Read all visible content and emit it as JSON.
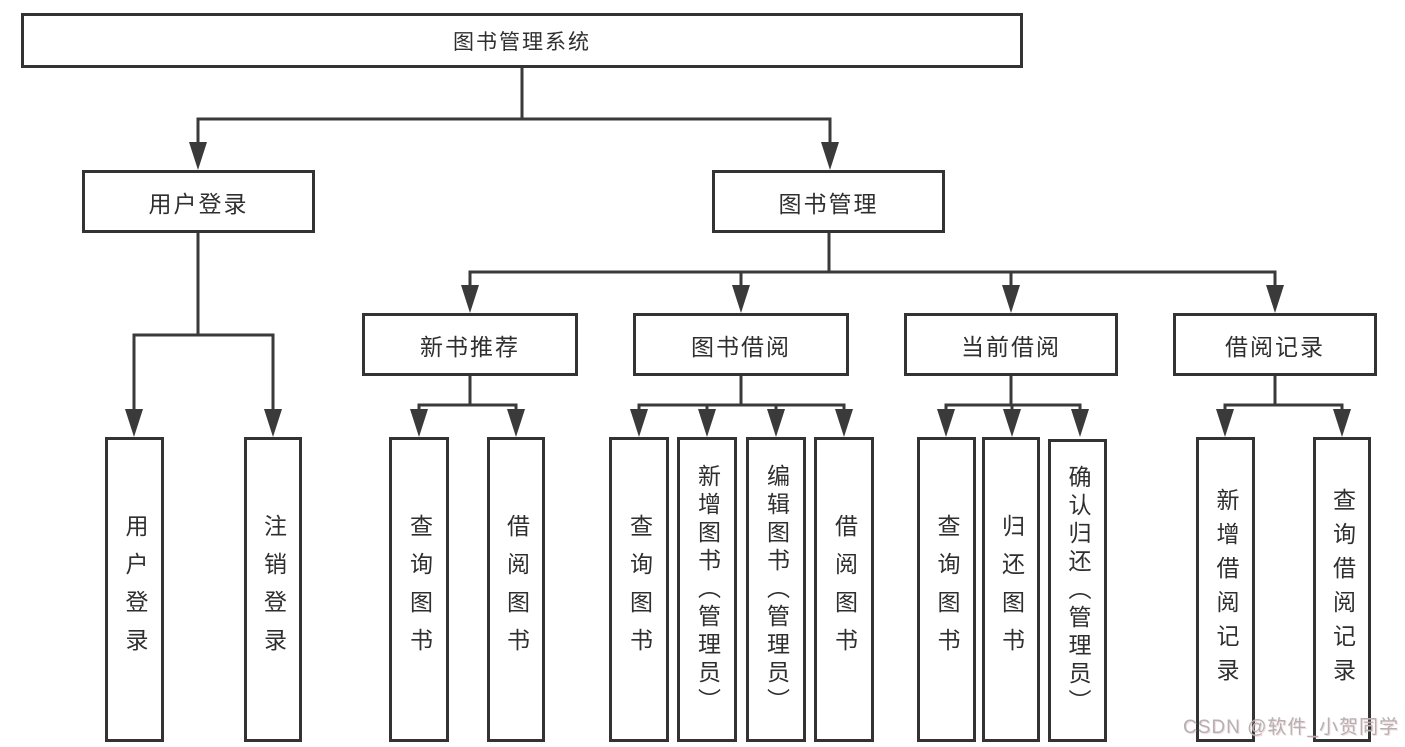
{
  "colors": {
    "line": "#3a3a3a",
    "box_border": "#333333",
    "text": "#2f2f2f",
    "background": "#ffffff",
    "watermark": "#b3b1b5"
  },
  "watermark": {
    "text": "CSDN @软件_小贺同学"
  },
  "tree": {
    "label": "图书管理系统",
    "children": [
      {
        "label": "用户登录",
        "children": [
          {
            "label": "用户登录"
          },
          {
            "label": "注销登录"
          }
        ]
      },
      {
        "label": "图书管理",
        "children": [
          {
            "label": "新书推荐",
            "children": [
              {
                "label": "查询图书"
              },
              {
                "label": "借阅图书"
              }
            ]
          },
          {
            "label": "图书借阅",
            "children": [
              {
                "label": "查询图书"
              },
              {
                "label": "新增图书（管理员）"
              },
              {
                "label": "编辑图书（管理员）"
              },
              {
                "label": "借阅图书"
              }
            ]
          },
          {
            "label": "当前借阅",
            "children": [
              {
                "label": "查询图书"
              },
              {
                "label": "归还图书"
              },
              {
                "label": "确认归还（管理员）"
              }
            ]
          },
          {
            "label": "借阅记录",
            "children": [
              {
                "label": "新增借阅记录"
              },
              {
                "label": "查询借阅记录"
              }
            ]
          }
        ]
      }
    ]
  }
}
